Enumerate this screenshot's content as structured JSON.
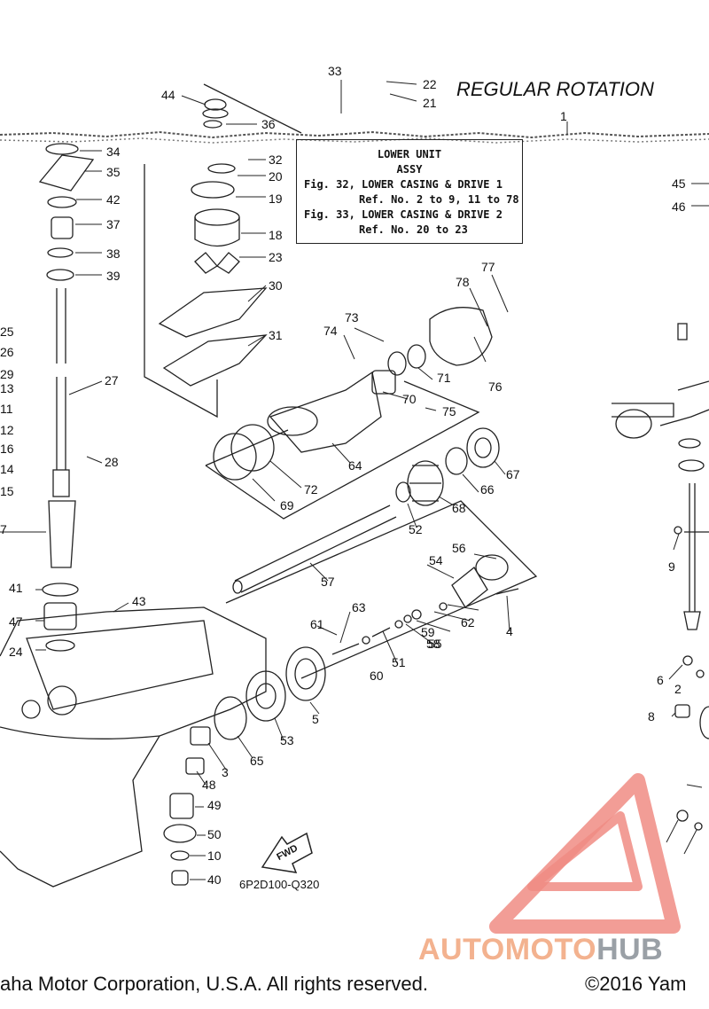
{
  "title": "REGULAR ROTATION",
  "info_box": {
    "line1": "LOWER UNIT",
    "line2": "ASSY",
    "line3": "Fig. 32, LOWER CASING & DRIVE 1",
    "line4": "Ref. No. 2 to 9, 11 to 78",
    "line5": "Fig. 33, LOWER CASING & DRIVE 2",
    "line6": "Ref. No. 20 to 23"
  },
  "diagram_code": "6P2D100-Q320",
  "fwd_label": "FWD",
  "footer": {
    "left": "aha Motor Corporation, U.S.A. All rights reserved.",
    "right": "©2016 Yam"
  },
  "watermark": {
    "part1": "AUTOMOTO",
    "part2": "HUB"
  },
  "colors": {
    "watermark_red": "#f08c84",
    "watermark_orange": "#f3b28f",
    "watermark_gray": "#9aa0a6",
    "line": "#222222"
  },
  "callouts": [
    "33",
    "22",
    "21",
    "44",
    "36",
    "1",
    "34",
    "35",
    "42",
    "37",
    "38",
    "39",
    "32",
    "20",
    "19",
    "18",
    "23",
    "30",
    "31",
    "45",
    "46",
    "77",
    "78",
    "73",
    "74",
    "76",
    "71",
    "70",
    "75",
    "64",
    "72",
    "69",
    "66",
    "67",
    "68",
    "52",
    "57",
    "56",
    "54",
    "63",
    "61",
    "60",
    "62",
    "59",
    "58",
    "55",
    "51",
    "4",
    "5",
    "53",
    "65",
    "3",
    "48",
    "49",
    "50",
    "10",
    "40",
    "43",
    "41",
    "47",
    "24",
    "27",
    "28",
    "25",
    "26",
    "29",
    "13",
    "11",
    "12",
    "16",
    "14",
    "15",
    "7",
    "9",
    "6",
    "2",
    "8"
  ]
}
